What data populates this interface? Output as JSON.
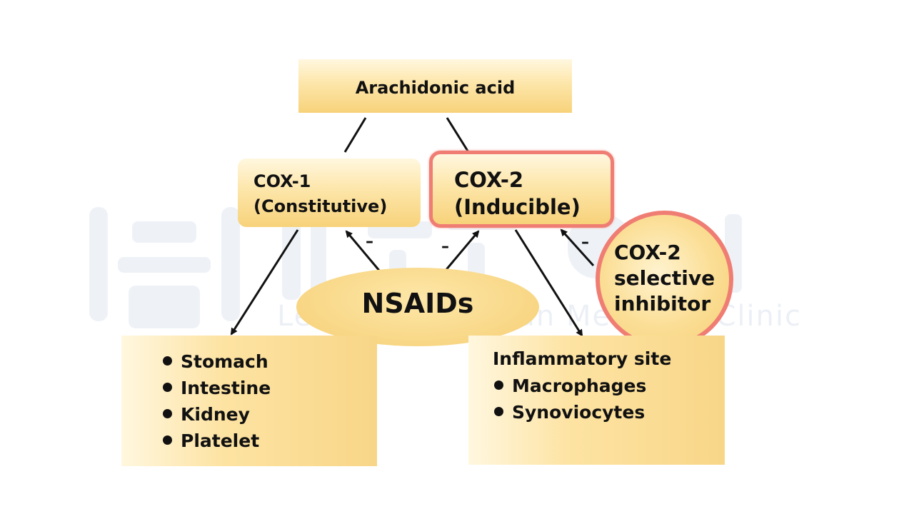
{
  "diagram": {
    "top": {
      "label": "Arachidonic acid"
    },
    "cox1": {
      "line1": "COX-1",
      "line2": "(Constitutive)"
    },
    "cox2": {
      "line1": "COX-2",
      "line2": "(Inducible)"
    },
    "nsaids": {
      "label": "NSAIDs"
    },
    "selective_inhibitor": {
      "line1": "COX-2",
      "line2": "selective",
      "line3": "inhibitor"
    },
    "cox1_targets": {
      "items": [
        "Stomach",
        "Intestine",
        "Kidney",
        "Platelet"
      ]
    },
    "cox2_targets": {
      "heading": "Inflammatory site",
      "items": [
        "Macrophages",
        "Synoviocytes"
      ]
    },
    "inhibit_symbol": "–"
  },
  "watermark": {
    "text": "Lee Jinbok Korean Medicine Clinic"
  },
  "colors": {
    "box_gradient_light": "#fff7df",
    "box_gradient_dark": "#f7d27a",
    "highlight_border": "#ef7d73",
    "arrow": "#111111",
    "watermark": "#e6ecf3"
  }
}
